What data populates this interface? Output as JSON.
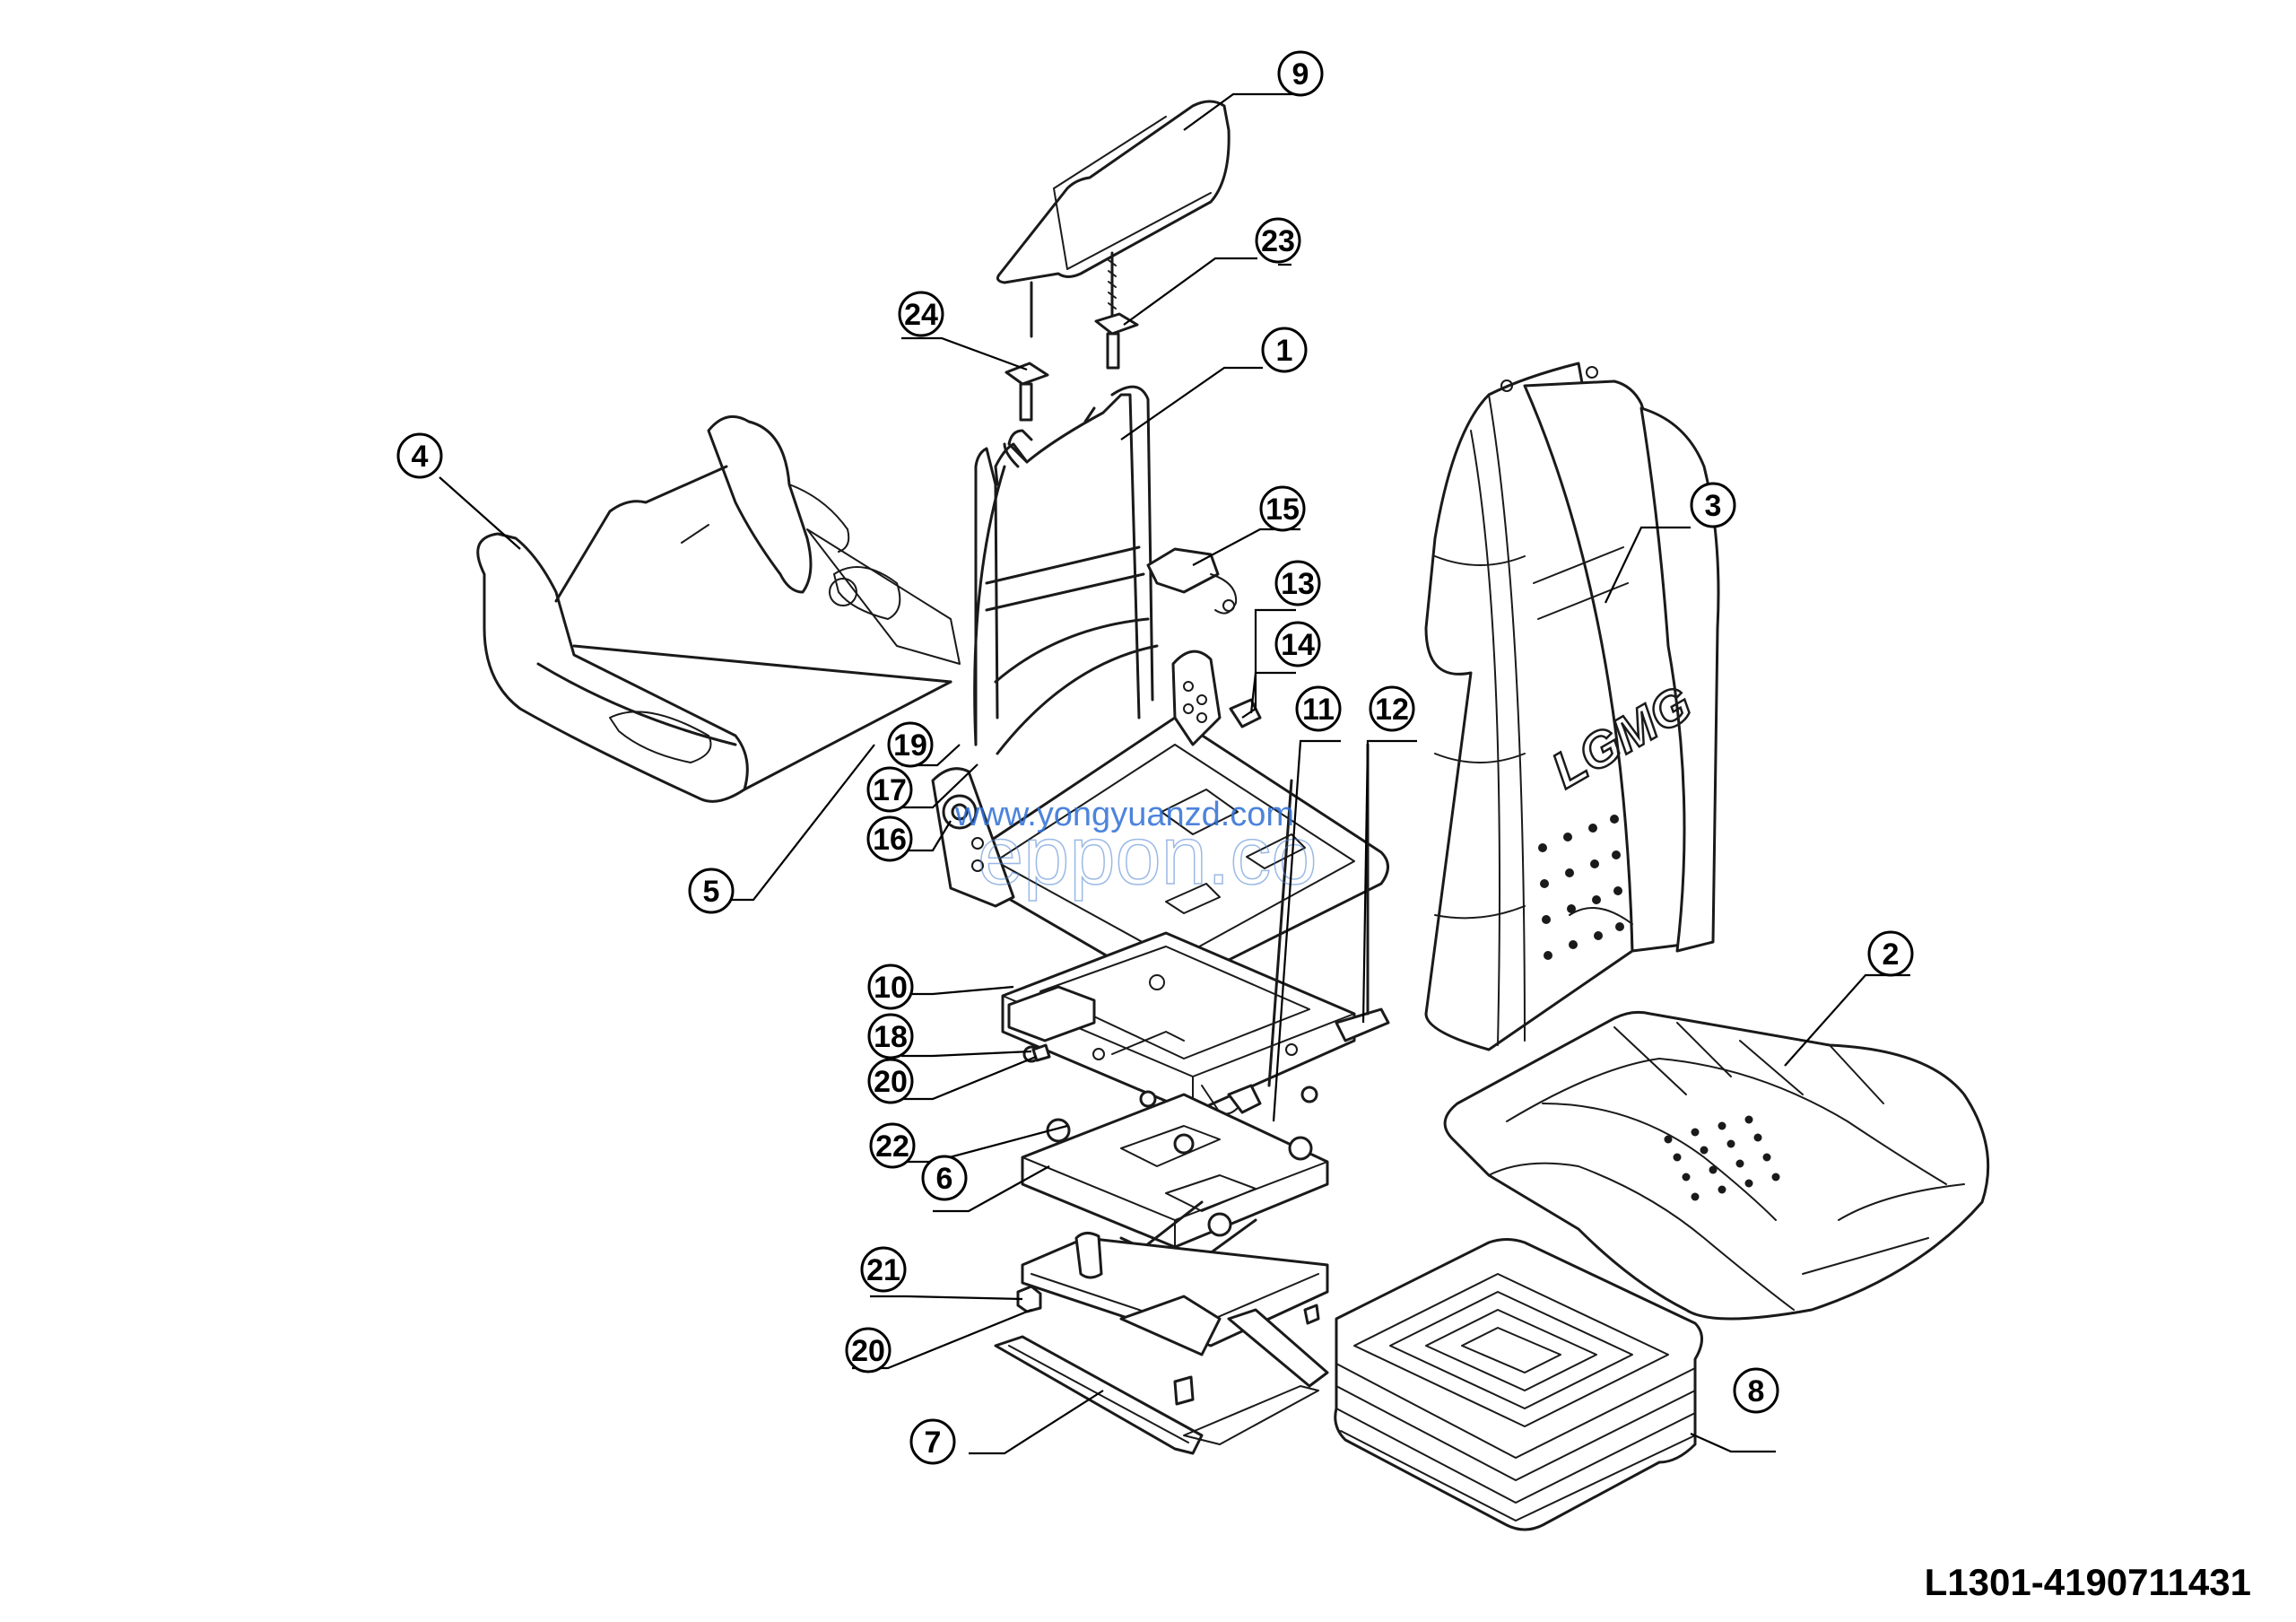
{
  "part_code": "L1301-4190711431",
  "watermark": {
    "url": "www.yongyuanzd.com",
    "overlay": "eppon.co"
  },
  "backrest_logo": "LGMG",
  "callouts": [
    {
      "id": "1",
      "label": "1"
    },
    {
      "id": "2",
      "label": "2"
    },
    {
      "id": "3",
      "label": "3"
    },
    {
      "id": "4",
      "label": "4"
    },
    {
      "id": "5",
      "label": "5"
    },
    {
      "id": "6",
      "label": "6"
    },
    {
      "id": "7",
      "label": "7"
    },
    {
      "id": "8",
      "label": "8"
    },
    {
      "id": "9",
      "label": "9"
    },
    {
      "id": "10",
      "label": "10"
    },
    {
      "id": "11",
      "label": "11"
    },
    {
      "id": "12",
      "label": "12"
    },
    {
      "id": "13",
      "label": "13"
    },
    {
      "id": "14",
      "label": "14"
    },
    {
      "id": "15",
      "label": "15"
    },
    {
      "id": "16",
      "label": "16"
    },
    {
      "id": "17",
      "label": "17"
    },
    {
      "id": "18",
      "label": "18"
    },
    {
      "id": "19",
      "label": "19"
    },
    {
      "id": "20",
      "label": "20"
    },
    {
      "id": "20b",
      "label": "20"
    },
    {
      "id": "21",
      "label": "21"
    },
    {
      "id": "22",
      "label": "22"
    },
    {
      "id": "23",
      "label": "23"
    },
    {
      "id": "24",
      "label": "24"
    }
  ]
}
